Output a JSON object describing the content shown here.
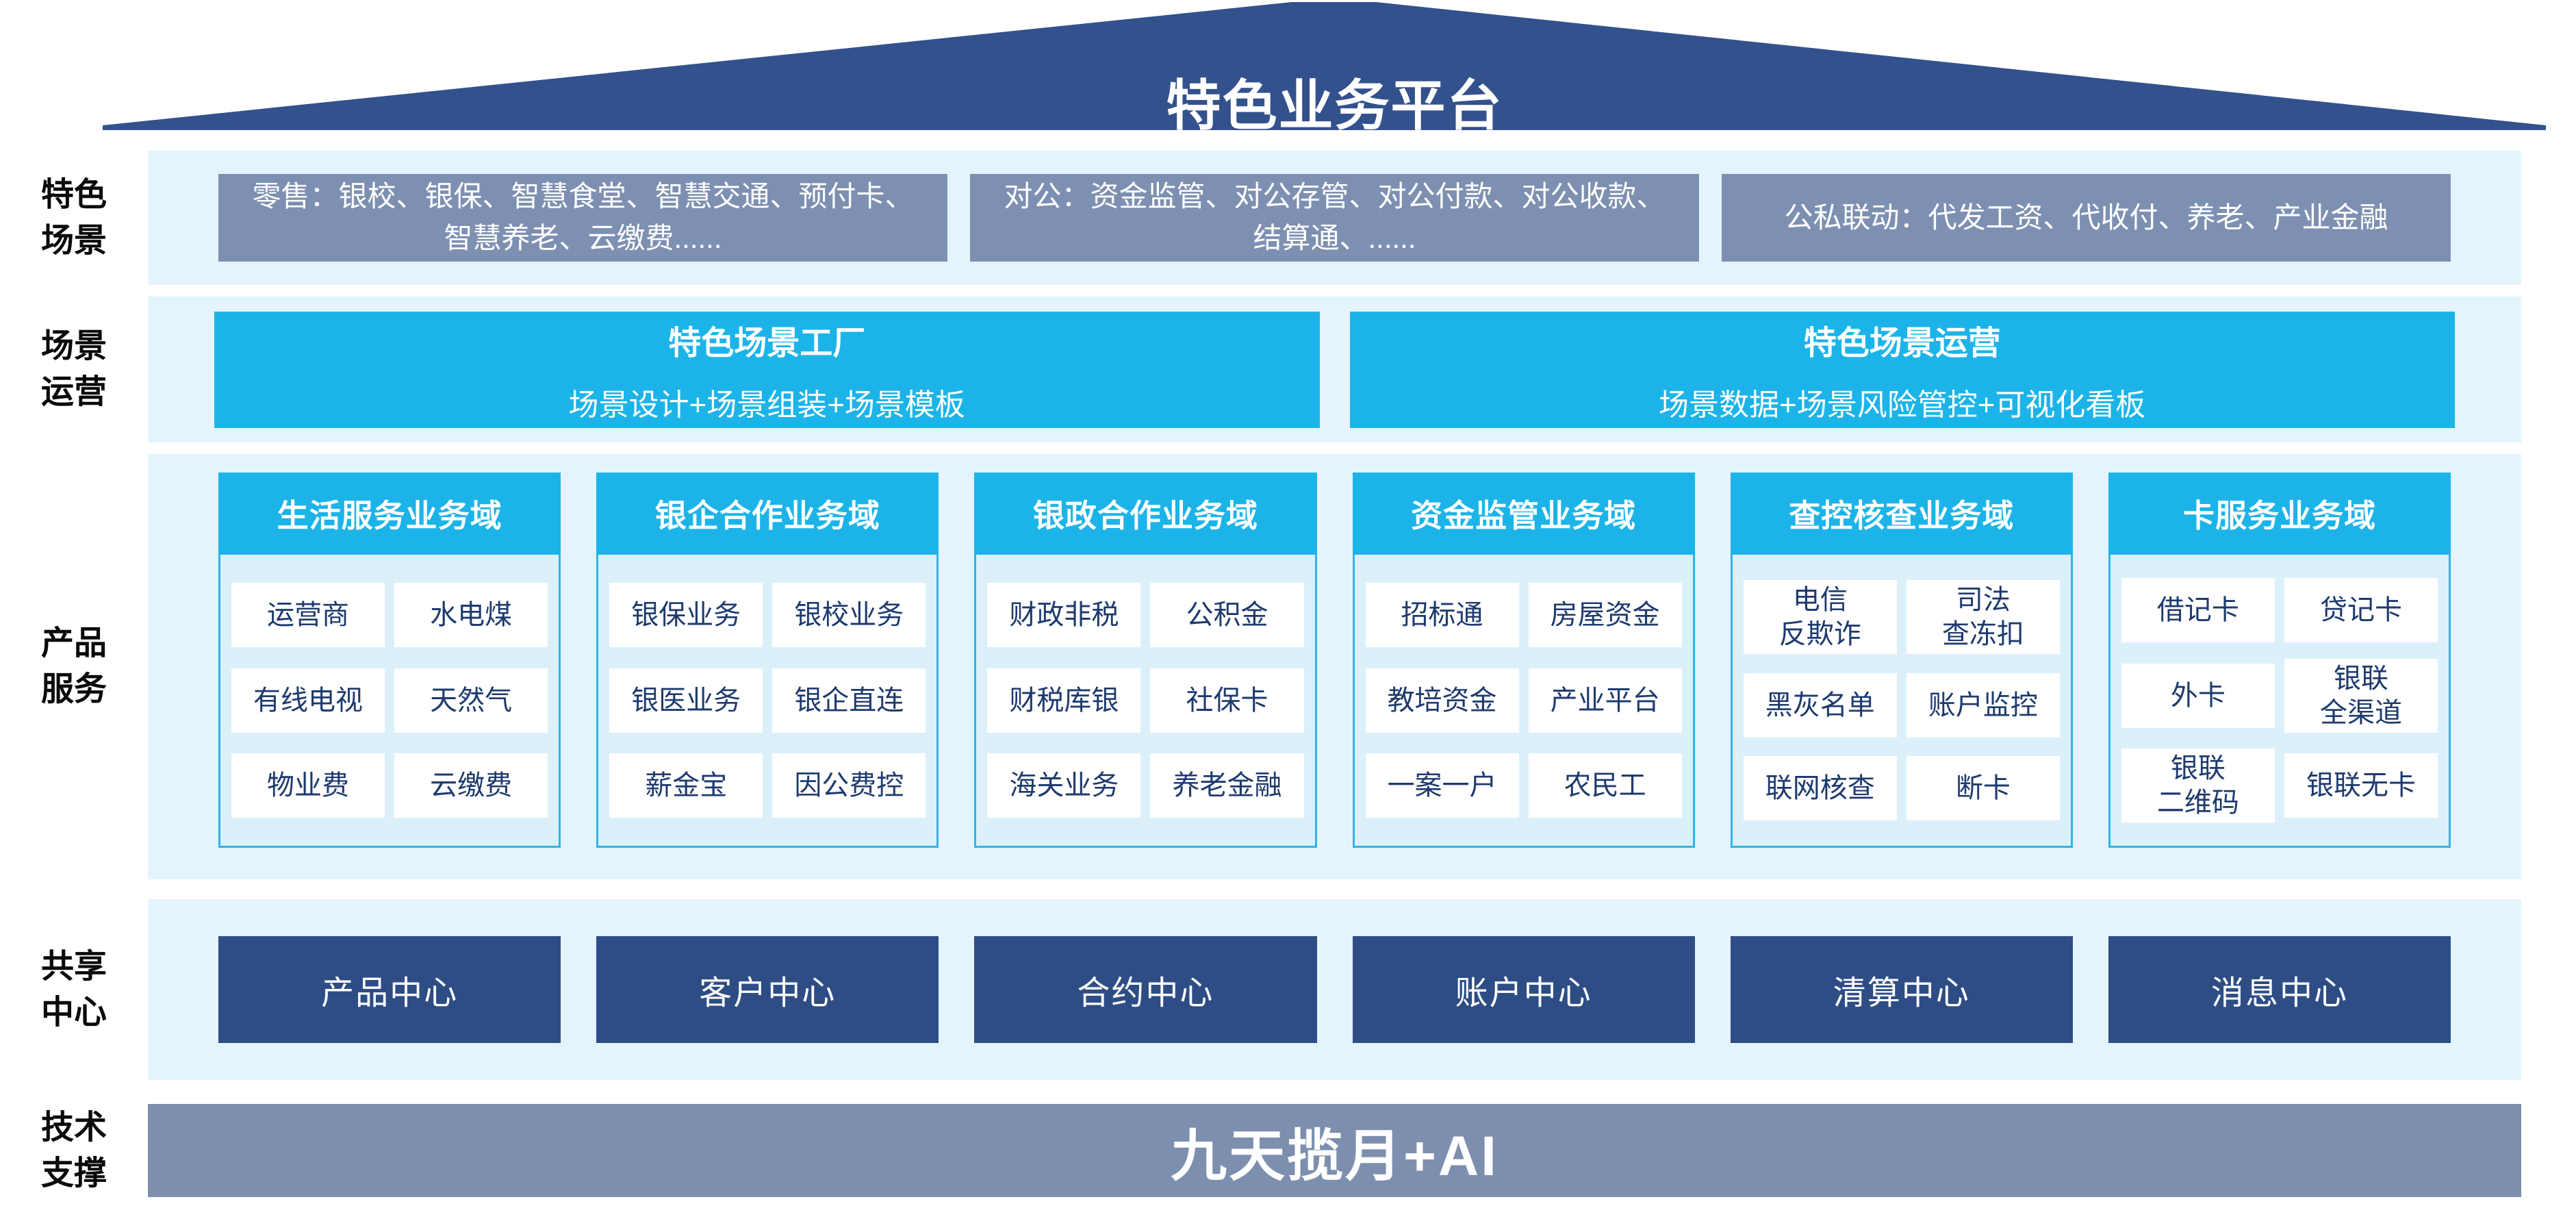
{
  "title": "特色业务平台",
  "sections": {
    "scenes": {
      "label": "特色\n场景",
      "boxes": [
        "零售：银校、银保、智慧食堂、智慧交通、预付卡、智慧养老、云缴费......",
        "对公：资金监管、对公存管、对公付款、对公收款、结算通、......",
        "公私联动：代发工资、代收付、养老、产业金融"
      ]
    },
    "operation": {
      "label": "场景\n运营",
      "boxes": [
        {
          "title": "特色场景工厂",
          "subtitle": "场景设计+场景组装+场景模板"
        },
        {
          "title": "特色场景运营",
          "subtitle": "场景数据+场景风险管控+可视化看板"
        }
      ]
    },
    "products": {
      "label": "产品\n服务",
      "columns": [
        {
          "header": "生活服务业务域",
          "cells": [
            "运营商",
            "水电煤",
            "有线电视",
            "天然气",
            "物业费",
            "云缴费"
          ]
        },
        {
          "header": "银企合作业务域",
          "cells": [
            "银保业务",
            "银校业务",
            "银医业务",
            "银企直连",
            "薪金宝",
            "因公费控"
          ]
        },
        {
          "header": "银政合作业务域",
          "cells": [
            "财政非税",
            "公积金",
            "财税库银",
            "社保卡",
            "海关业务",
            "养老金融"
          ]
        },
        {
          "header": "资金监管业务域",
          "cells": [
            "招标通",
            "房屋资金",
            "教培资金",
            "产业平台",
            "一案一户",
            "农民工"
          ]
        },
        {
          "header": "查控核查业务域",
          "cells": [
            "电信\n反欺诈",
            "司法\n查冻扣",
            "黑灰名单",
            "账户监控",
            "联网核查",
            "断卡"
          ]
        },
        {
          "header": "卡服务业务域",
          "cells": [
            "借记卡",
            "贷记卡",
            "外卡",
            "银联\n全渠道",
            "银联\n二维码",
            "银联无卡"
          ]
        }
      ]
    },
    "shared": {
      "label": "共享\n中心",
      "boxes": [
        "产品中心",
        "客户中心",
        "合约中心",
        "账户中心",
        "清算中心",
        "消息中心"
      ]
    },
    "tech": {
      "label": "技术\n支撑",
      "banner": "九天揽月+AI"
    }
  },
  "colors": {
    "roof_navy": "#33518C",
    "band_light_blue": "#E4F4FC",
    "scene_gray_blue": "#7E90B1",
    "accent_cyan": "#1CB4E8",
    "card_body_blue": "#DCF0FA",
    "cell_text_navy": "#1E3A6E",
    "center_navy": "#2E4D85",
    "tech_gray_blue": "#7D8FAE"
  }
}
